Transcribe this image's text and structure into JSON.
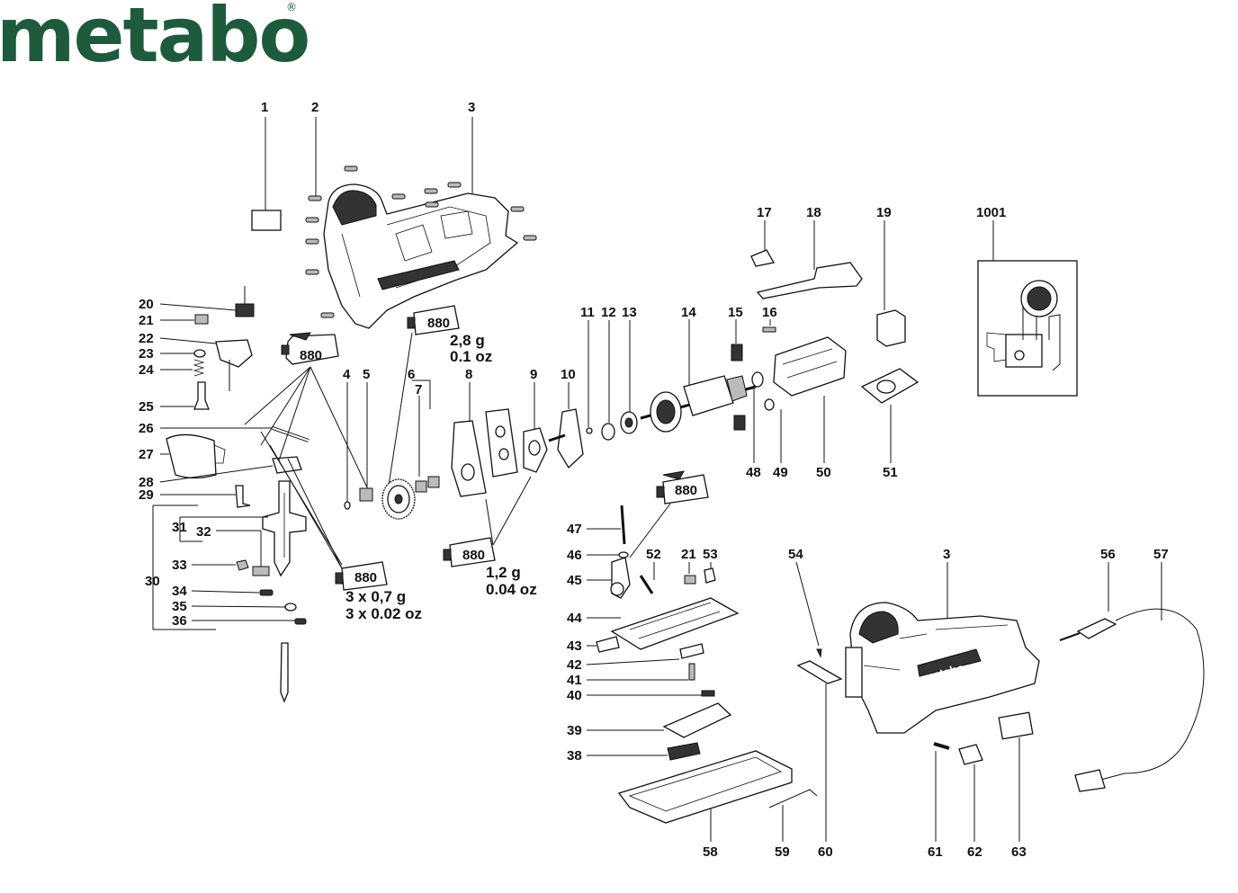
{
  "brand": {
    "logo_text": "metabo",
    "registered_mark": "®"
  },
  "lubricant_tubes": [
    {
      "id": "tube-a",
      "label": "880"
    },
    {
      "id": "tube-b",
      "label": "880",
      "qty_metric": "2,8 g",
      "qty_imperial": "0.1 oz"
    },
    {
      "id": "tube-c",
      "label": "880",
      "qty_metric": "1,2 g",
      "qty_imperial": "0.04 oz"
    },
    {
      "id": "tube-d",
      "label": "880",
      "qty_metric": "3 x 0,7 g",
      "qty_imperial": "3 x 0.02 oz"
    },
    {
      "id": "tube-e",
      "label": "880"
    }
  ],
  "part_numbers": [
    "1",
    "2",
    "3",
    "4",
    "5",
    "6",
    "7",
    "8",
    "9",
    "10",
    "11",
    "12",
    "13",
    "14",
    "15",
    "16",
    "17",
    "18",
    "19",
    "20",
    "21",
    "22",
    "23",
    "24",
    "25",
    "26",
    "27",
    "28",
    "29",
    "30",
    "31",
    "32",
    "33",
    "34",
    "35",
    "36",
    "38",
    "39",
    "40",
    "41",
    "42",
    "43",
    "44",
    "45",
    "46",
    "47",
    "48",
    "49",
    "50",
    "51",
    "52",
    "53",
    "54",
    "56",
    "57",
    "58",
    "59",
    "60",
    "61",
    "62",
    "63",
    "1001"
  ],
  "labels": {
    "p1": "1",
    "p2": "2",
    "p3": "3",
    "p3b": "3",
    "p4": "4",
    "p5": "5",
    "p6": "6",
    "p7": "7",
    "p8": "8",
    "p9": "9",
    "p10": "10",
    "p11": "11",
    "p12": "12",
    "p13": "13",
    "p14": "14",
    "p15": "15",
    "p16": "16",
    "p17": "17",
    "p18": "18",
    "p19": "19",
    "p20": "20",
    "p21": "21",
    "p21b": "21",
    "p22": "22",
    "p23": "23",
    "p24": "24",
    "p25": "25",
    "p26": "26",
    "p27": "27",
    "p28": "28",
    "p29": "29",
    "p30": "30",
    "p31": "31",
    "p32": "32",
    "p33": "33",
    "p34": "34",
    "p35": "35",
    "p36": "36",
    "p38": "38",
    "p39": "39",
    "p40": "40",
    "p41": "41",
    "p42": "42",
    "p43": "43",
    "p44": "44",
    "p45": "45",
    "p46": "46",
    "p47": "47",
    "p48": "48",
    "p49": "49",
    "p50": "50",
    "p51": "51",
    "p52": "52",
    "p53": "53",
    "p54": "54",
    "p56": "56",
    "p57": "57",
    "p58": "58",
    "p59": "59",
    "p60": "60",
    "p61": "61",
    "p62": "62",
    "p63": "63",
    "p1001": "1001"
  },
  "housing_logo": "metabo"
}
